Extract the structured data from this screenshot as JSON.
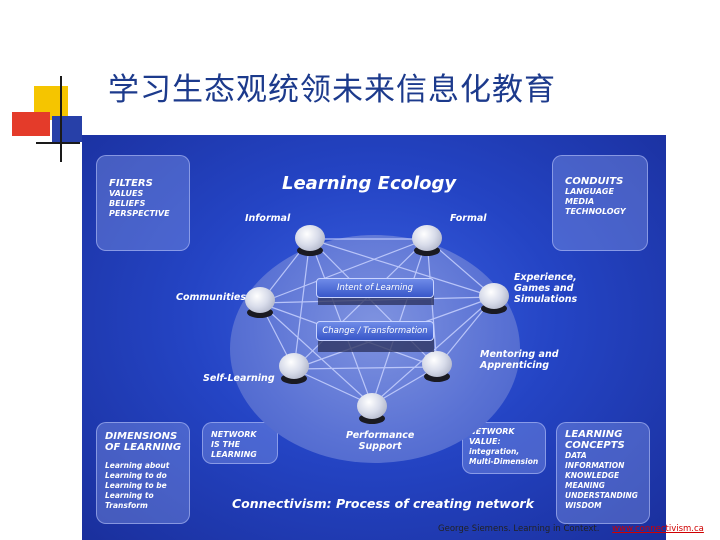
{
  "slide": {
    "title": "学习生态观统领未来信息化教育",
    "accent_colors": [
      "#f5c500",
      "#e43b2a",
      "#1c3a8c"
    ]
  },
  "diagram": {
    "title": "Learning Ecology",
    "filters": {
      "heading": "FILTERS",
      "items": [
        "VALUES",
        "BELIEFS",
        "PERSPECTIVE"
      ]
    },
    "conduits": {
      "heading": "CONDUITS",
      "items": [
        "LANGUAGE",
        "MEDIA",
        "TECHNOLOGY"
      ]
    },
    "dimensions": {
      "heading": [
        "DIMENSIONS",
        "OF LEARNING"
      ],
      "items": [
        "Learning about",
        "Learning to do",
        "Learning to be",
        "Learning to",
        "Transform"
      ]
    },
    "network_box": {
      "lines": [
        "NETWORK",
        "IS THE",
        "LEARNING"
      ]
    },
    "network_value": {
      "lines": [
        "NETWORK",
        "VALUE:",
        "integration,",
        "Multi-Dimension"
      ]
    },
    "concepts": {
      "heading": [
        "LEARNING",
        "CONCEPTS"
      ],
      "items": [
        "DATA",
        "INFORMATION",
        "KNOWLEDGE",
        "MEANING",
        "UNDERSTANDING",
        "WISDOM"
      ]
    },
    "node_labels": {
      "informal": "Informal",
      "formal": "Formal",
      "communities": "Communities",
      "experience": [
        "Experience,",
        "Games and",
        "Simulations"
      ],
      "self_learning": "Self-Learning",
      "mentoring": [
        "Mentoring and",
        "Apprenticing"
      ],
      "performance": [
        "Performance",
        "Support"
      ]
    },
    "center_bars": {
      "intent": "Intent of Learning",
      "change": "Change / Transformation"
    },
    "bottom_caption": "Connectivism: Process of creating network"
  },
  "footer": {
    "credit": "George Siemens. Learning in Context.",
    "link": "www.connectivism.ca"
  }
}
